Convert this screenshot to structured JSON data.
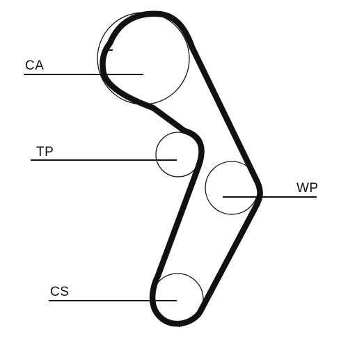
{
  "diagram": {
    "colors": {
      "stroke": "#111111",
      "background": "#ffffff"
    },
    "labels": {
      "ca": "CA",
      "tp": "TP",
      "wp": "WP",
      "cs": "CS"
    }
  }
}
